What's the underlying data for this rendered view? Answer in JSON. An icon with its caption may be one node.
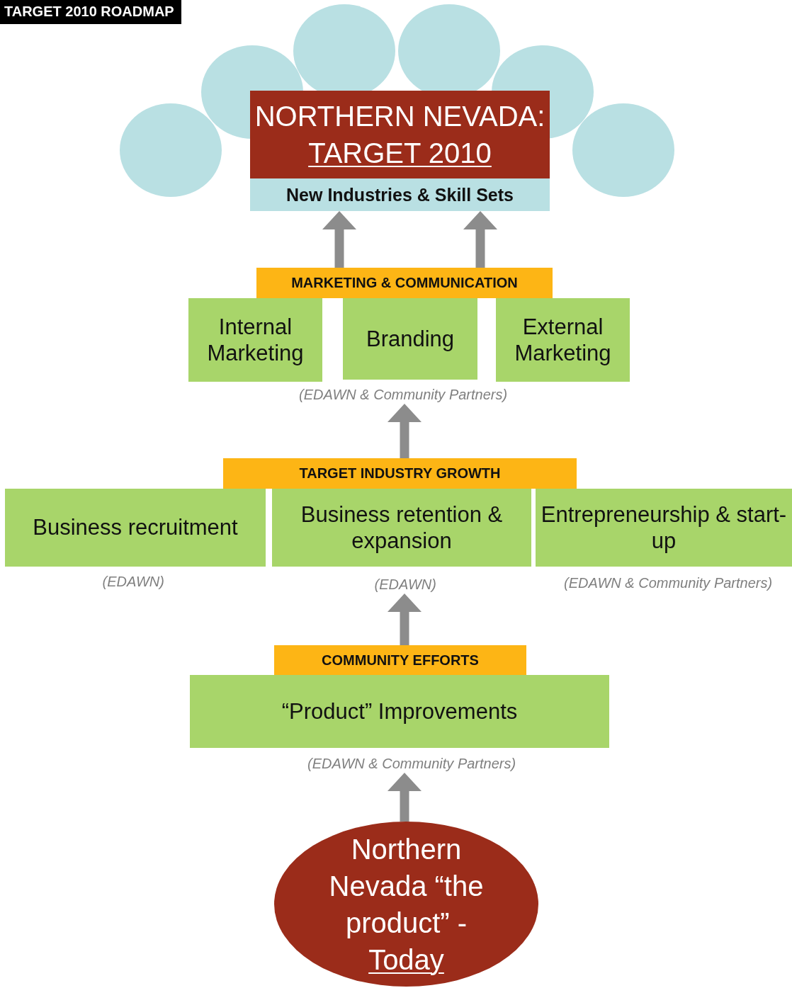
{
  "diagram": {
    "title": "TARGET 2010 ROADMAP",
    "nodes": [
      {
        "text": [
          "NORTHERN NEVADA:",
          "TARGET 2010",
          "New Industries & Skill Sets"
        ]
      },
      {
        "text": [
          "MARKETING & COMMUNICATION"
        ]
      },
      {
        "text": [
          "Internal Marketing"
        ]
      },
      {
        "text": [
          "Branding"
        ]
      },
      {
        "text": [
          "External Marketing"
        ]
      },
      {
        "text": [
          "(EDAWN & Community Partners)"
        ]
      },
      {
        "text": [
          "TARGET INDUSTRY GROWTH"
        ]
      },
      {
        "text": [
          "Business recruitment"
        ]
      },
      {
        "text": [
          "Business retention & expansion"
        ]
      },
      {
        "text": [
          "Entrepreneurship & start-up"
        ]
      },
      {
        "text": [
          "(EDAWN)"
        ]
      },
      {
        "text": [
          "(EDAWN)"
        ]
      },
      {
        "text": [
          "(EDAWN & Community Partners)"
        ]
      },
      {
        "text": [
          "COMMUNITY EFFORTS"
        ]
      },
      {
        "text": [
          "“Product” Improvements"
        ]
      },
      {
        "text": [
          "(EDAWN & Community Partners)"
        ]
      },
      {
        "text": [
          "Northern Nevada “the product” -",
          "Today"
        ]
      }
    ],
    "edges": [
      {
        "from": 1,
        "to": 0,
        "arrow": "to"
      },
      {
        "from": 1,
        "to": 0,
        "arrow": "to"
      },
      {
        "from": 6,
        "to": 5,
        "arrow": "to"
      },
      {
        "from": 13,
        "to": 11,
        "arrow": "to"
      },
      {
        "from": 16,
        "to": 15,
        "arrow": "to"
      }
    ]
  }
}
